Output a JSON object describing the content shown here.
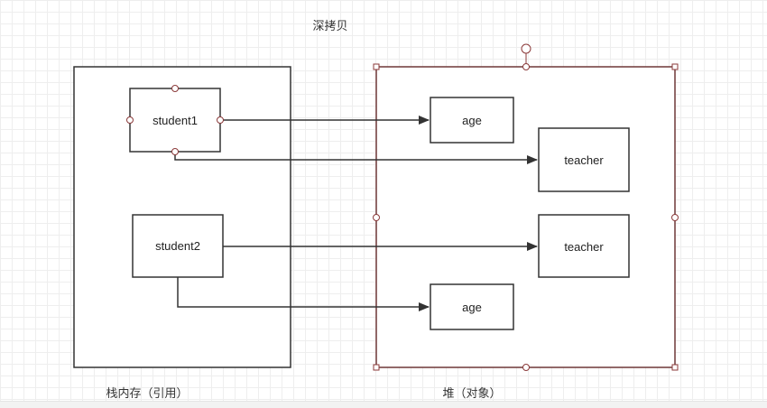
{
  "title": "深拷贝",
  "stack": {
    "caption": "栈内存（引用）",
    "student1": "student1",
    "student2": "student2"
  },
  "heap": {
    "caption": "堆（对象）",
    "age_top": "age",
    "teacher_top": "teacher",
    "teacher_bottom": "teacher",
    "age_bottom": "age"
  },
  "colors": {
    "line": "#333333",
    "selection": "#8b3a3a",
    "handle_fill": "#ffffff"
  }
}
